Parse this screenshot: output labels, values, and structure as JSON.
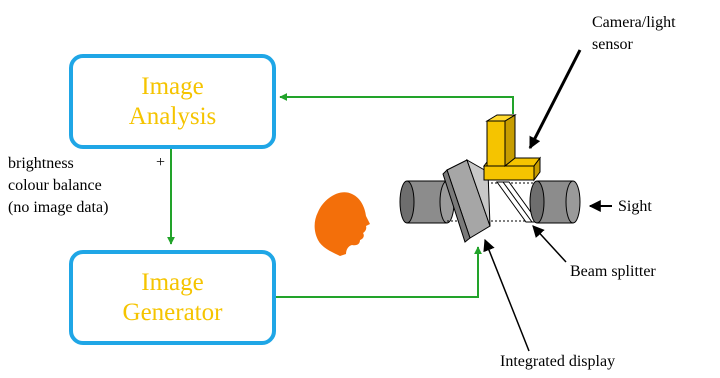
{
  "diagram": {
    "analysis_box": {
      "line1": "Image",
      "line2": "Analysis"
    },
    "generator_box": {
      "line1": "Image",
      "line2": "Generator"
    },
    "signal_label": {
      "line1": "brightness",
      "line2": "colour balance",
      "line3": "(no image data)"
    },
    "plus_sign": "+",
    "camera_label": {
      "line1": "Camera/light",
      "line2": "sensor"
    },
    "sight_label": "Sight",
    "beam_splitter_label": "Beam splitter",
    "integrated_display_label": "Integrated display",
    "colors": {
      "box_border": "#1fa6e6",
      "box_text": "#f5c400",
      "connector": "#22a32a",
      "head": "#f36f0a",
      "camera": "#f5c400",
      "lens": "#8c8c8c",
      "display_panel": "#a6a6a6"
    },
    "icons": [
      "head-silhouette-icon",
      "camera-sensor-icon",
      "lens-icon",
      "display-panel-icon",
      "beam-splitter-icon"
    ]
  }
}
